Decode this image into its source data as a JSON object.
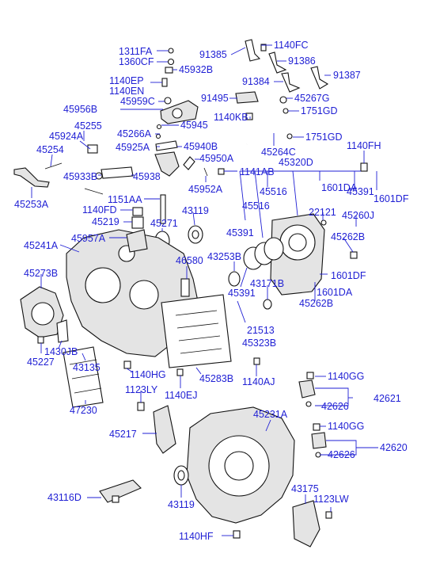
{
  "diagram": {
    "part_numbers": [
      "1311FA",
      "1360CF",
      "45932B",
      "91385",
      "1140FC",
      "91386",
      "91387",
      "1140EP",
      "1140EN",
      "91384",
      "45959C",
      "45956B",
      "91495",
      "45267G",
      "1751GD",
      "45255",
      "45266A",
      "45945",
      "1140KB",
      "45924A",
      "45925A",
      "45940B",
      "1751GD",
      "45254",
      "45264C",
      "1140FH",
      "45933B",
      "45938",
      "45950A",
      "1141AB",
      "45320D",
      "45253A",
      "45952A",
      "45516",
      "1601DA",
      "45391",
      "1601DF",
      "1151AA",
      "45516",
      "22121",
      "45260J",
      "1140FD",
      "43119",
      "45219",
      "45271",
      "45391",
      "45262B",
      "45241A",
      "45957A",
      "46580",
      "43253B",
      "45273B",
      "1601DF",
      "45391",
      "43171B",
      "1601DA",
      "45262B",
      "21513",
      "45323B",
      "1430JB",
      "45227",
      "43135",
      "1140HG",
      "45283B",
      "1140AJ",
      "1123LY",
      "1140EJ",
      "1140GG",
      "42621",
      "47230",
      "42626",
      "45231A",
      "45217",
      "1140GG",
      "42620",
      "42626",
      "43175",
      "43116D",
      "43119",
      "1123LW",
      "1140HF"
    ]
  }
}
